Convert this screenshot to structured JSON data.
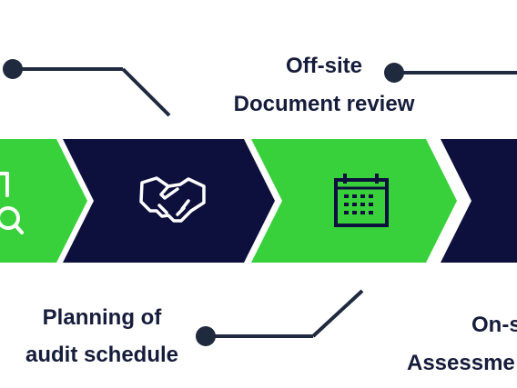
{
  "steps": [
    {
      "icon": "magnifier-icon",
      "label_lines": [],
      "fill": "#39d13b"
    },
    {
      "icon": "handshake-icon",
      "label_lines": [
        "Planning of",
        "audit schedule"
      ],
      "fill": "#0d0f3c"
    },
    {
      "icon": "calendar-icon",
      "label_lines": [
        "Off-site",
        "Document review"
      ],
      "fill": "#39d13b"
    },
    {
      "icon": "",
      "label_lines": [
        "On-s",
        "Assessme"
      ],
      "fill": "#0d0f3c"
    }
  ],
  "colors": {
    "green": "#39d13b",
    "navy": "#0d0f3c",
    "connector": "#1f2a3f",
    "text": "#161c3b",
    "icon_stroke": "#ffffff",
    "calendar_stroke": "#0d0f3c"
  }
}
